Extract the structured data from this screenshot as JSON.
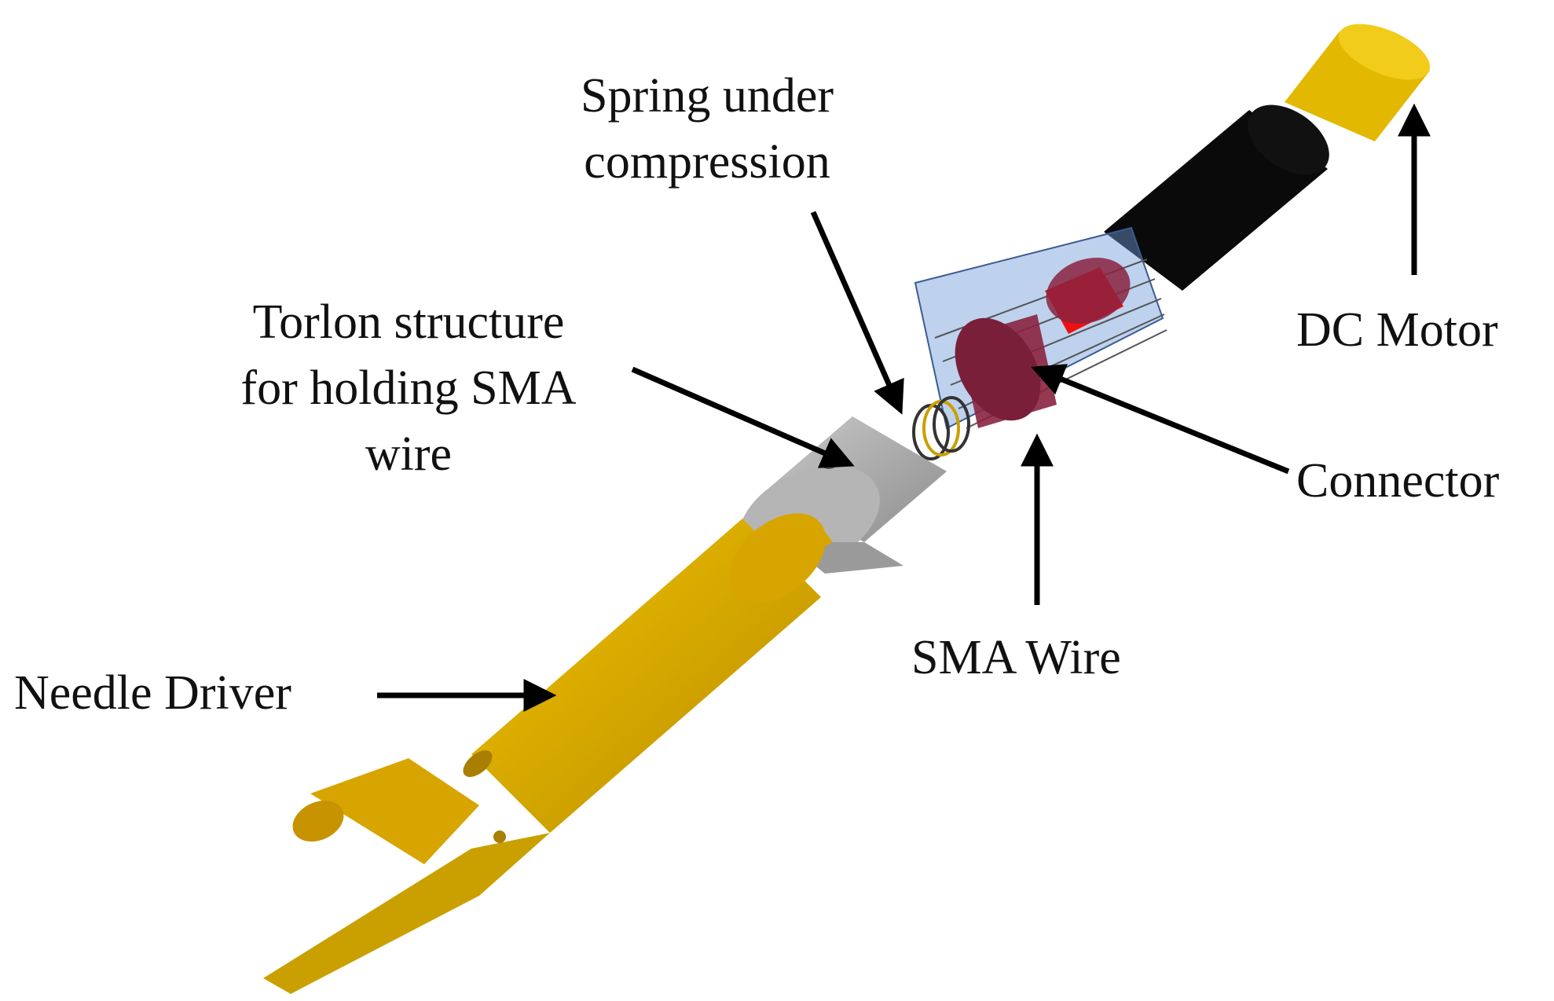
{
  "labels": {
    "spring": [
      "Spring under",
      "compression"
    ],
    "torlon": [
      "Torlon structure",
      "for holding SMA",
      "wire"
    ],
    "dc_motor": "DC Motor",
    "connector": "Connector",
    "sma_wire": "SMA Wire",
    "needle_driver": "Needle Driver"
  },
  "colors": {
    "driver_gold": "#d8a400",
    "driver_gold_dark": "#a87f00",
    "motor_black": "#0a0a0a",
    "shaft_gold": "#e3b800",
    "torlon_gray": "#a9a9a9",
    "housing_blue": "#6f9bd8",
    "connector_red": "#ee1111",
    "connector_maroon": "#8a2340",
    "arrow": "#000000"
  }
}
